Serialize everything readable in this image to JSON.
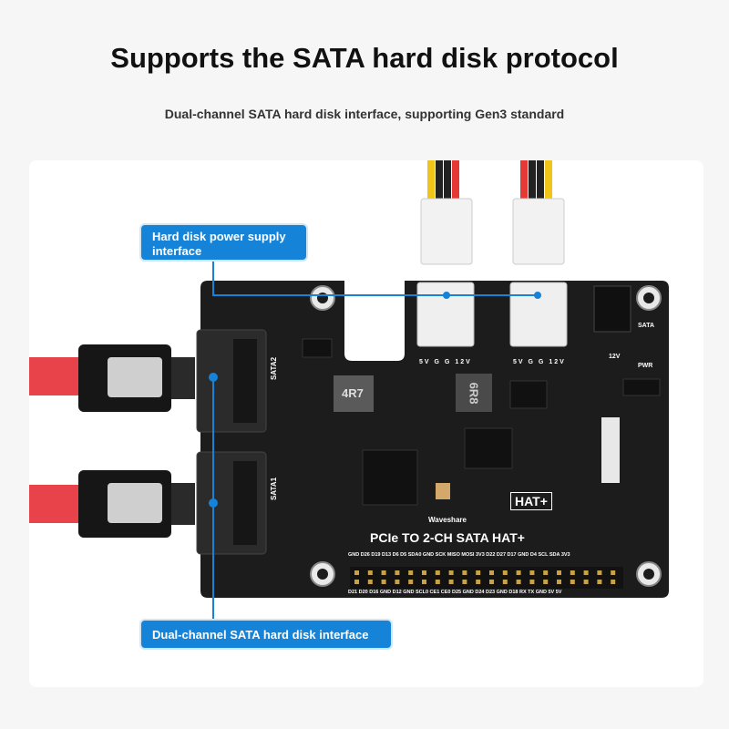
{
  "header": {
    "title": "Supports the SATA hard disk protocol",
    "subtitle": "Dual-channel SATA hard disk interface, supporting Gen3 standard"
  },
  "callouts": {
    "power": "Hard disk power supply interface",
    "sata": "Dual-channel SATA hard disk interface"
  },
  "board": {
    "brand": "Waveshare",
    "name": "PCIe TO 2-CH SATA HAT+",
    "hat_badge": "HAT+",
    "port_sata2": "SATA2",
    "port_sata1": "SATA1",
    "inductor_left": "4R7",
    "inductor_mid": "6R8",
    "led_sata": "SATA",
    "led_pwr": "PWR",
    "volt_12v": "12V",
    "pins_top": [
      "5V",
      "G",
      "G",
      "12V"
    ],
    "gpio_top": "GND D26 D19 D13 D6 D5 SDA0 GND SCK MISO MOSI 3V3 D22 D27 D17 GND D4 SCL SDA 3V3",
    "gpio_bottom": "D21 D20 D16 GND D12 GND SCL0 CE1 CE0 D25 GND D24 D23 GND D18 RX TX GND 5V 5V"
  },
  "colors": {
    "accent": "#1583d8",
    "pcb": "#1c1c1c",
    "cable_red": "#e8434a",
    "header_gold": "#c8a24a"
  }
}
